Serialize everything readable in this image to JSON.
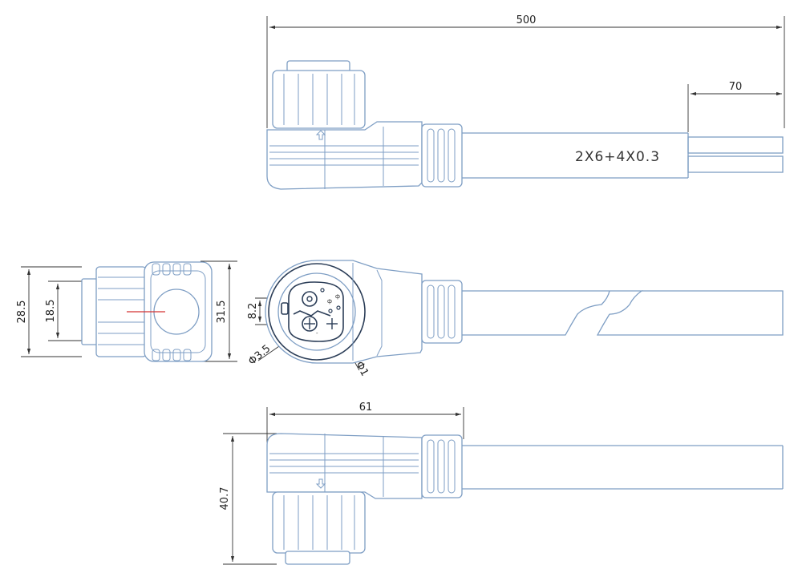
{
  "dimensions": {
    "overall_length": "500",
    "strip_length": "70",
    "front_outer_height": "28.5",
    "front_inner_height": "18.5",
    "front_body_height": "31.5",
    "pin_spacing": "8.2",
    "pin_diameter": "Φ3.5",
    "small_pin_diameter": "Φ1",
    "body_length": "61",
    "total_height": "40.7"
  },
  "cable_spec": "2X6+4X0.3",
  "pin_marks": {
    "top_left": "ф",
    "top_right": "ф",
    "minus": "-"
  },
  "colors": {
    "outline": "#7e9ec4",
    "dimension": "#333333",
    "accent_line": "#d33333"
  }
}
